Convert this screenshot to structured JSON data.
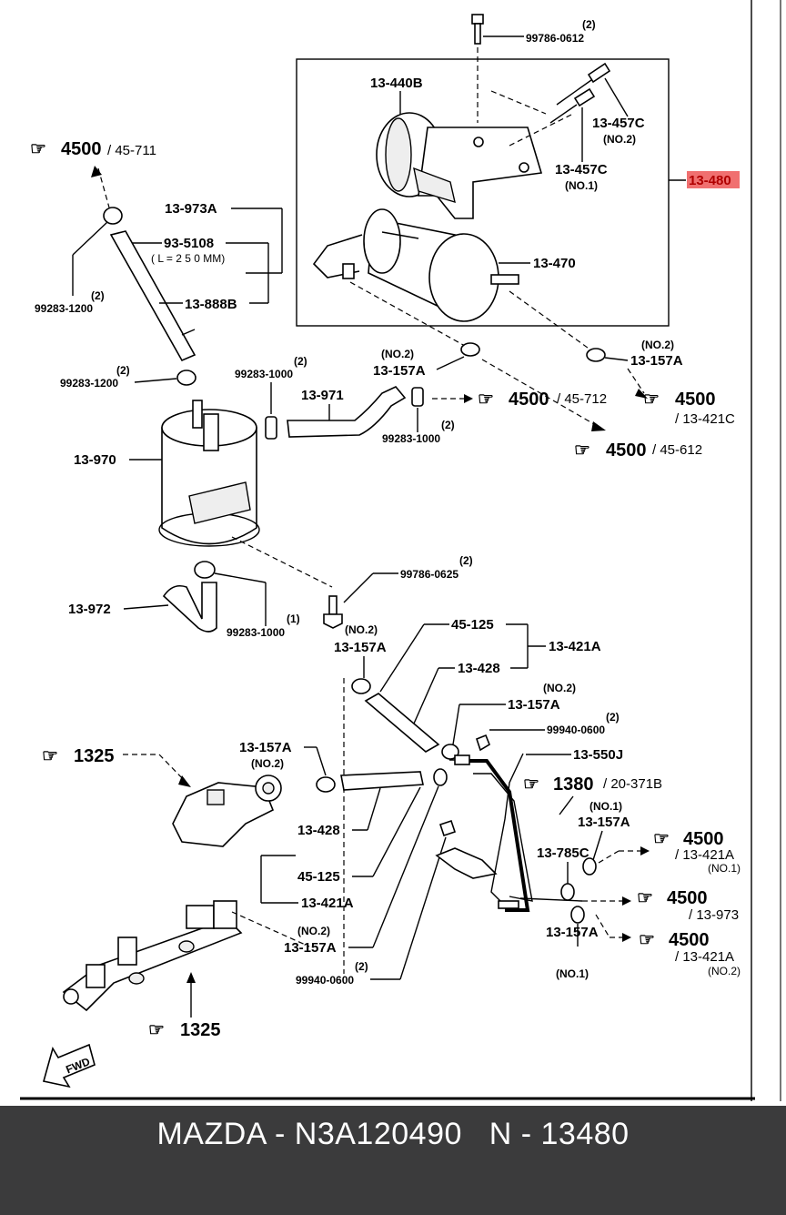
{
  "labels": {
    "bolt_top_qty": "(2)",
    "bolt_top_pn": "99786-0612",
    "p_13440b": "13-440B",
    "p_13457c": "13-457C",
    "no2": "(NO.2)",
    "no1": "(NO.1)",
    "p_13480": "13-480",
    "p_13470": "13-470",
    "p_13973a": "13-973A",
    "p_935108": "93-5108",
    "len_note": "( L = 2 5 0 MM)",
    "p_13888b": "13-888B",
    "qty2": "(2)",
    "qty1": "(1)",
    "p_992831200": "99283-1200",
    "p_992831000": "99283-1000",
    "p_13971": "13-971",
    "p_13157a": "13-157A",
    "p_13970": "13-970",
    "p_13972": "13-972",
    "p_997860625": "99786-0625",
    "p_45125": "45-125",
    "p_13421a": "13-421A",
    "p_13428": "13-428",
    "p_999400600": "99940-0600",
    "p_13550j": "13-550J",
    "p_13785c": "13-785C",
    "ref_4500": "4500",
    "ref_1325": "1325",
    "ref_1380": "1380",
    "sub_45711": "/ 45-711",
    "sub_45712": "/ 45-712",
    "sub_45612": "/ 45-612",
    "sub_13421c": "/ 13-421C",
    "sub_13421a": "/ 13-421A",
    "sub_13973": "/ 13-973",
    "sub_20371b": "/ 20-371B",
    "fwd": "FWD"
  },
  "colors": {
    "highlight_fill": "#f07070",
    "highlight_text": "#b00000",
    "footer_bg": "#3b3b3c",
    "footer_text": "#ffffff"
  },
  "footer": {
    "text": "MAZDA - N3A120490   N - 13480"
  }
}
